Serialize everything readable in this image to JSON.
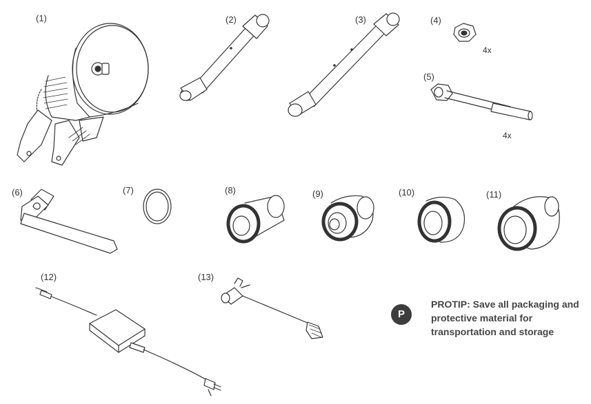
{
  "parts": {
    "labels": [
      "(1)",
      "(2)",
      "(3)",
      "(4)",
      "(5)",
      "(6)",
      "(7)",
      "(8)",
      "(9)",
      "(10)",
      "(11)",
      "(12)",
      "(13)"
    ],
    "qty_4": "4x",
    "qty_5": "4x"
  },
  "protip": {
    "badge": "P",
    "text": "PROTIP: Save all packaging and protective material for transportation and storage"
  },
  "colors": {
    "line": "#333333",
    "badge": "#3d3d3d"
  }
}
